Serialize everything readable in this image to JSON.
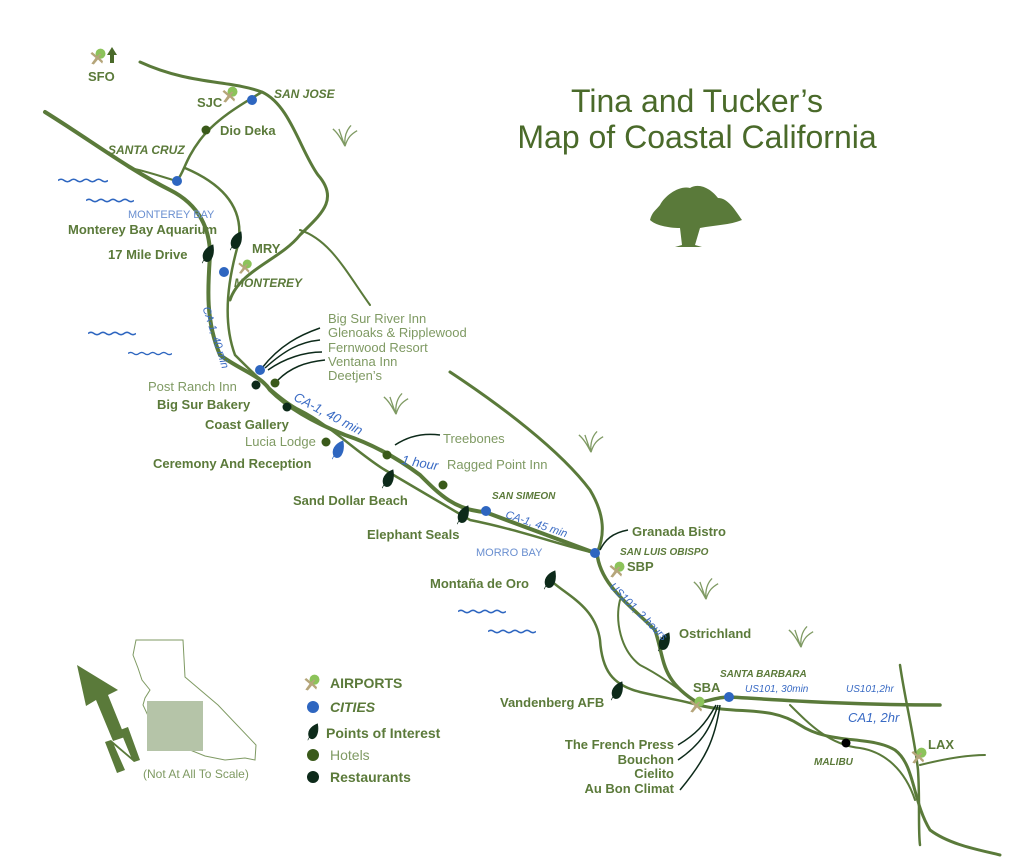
{
  "title": {
    "line1": "Tina and Tucker’s",
    "line2": "Map of Coastal California"
  },
  "colors": {
    "road": "#5a7a3a",
    "label": "#5b7a3a",
    "city": "#2e66c0",
    "hotel": "#3a5a1a",
    "restaurant": "#0d2a1a",
    "airport": "#8cc35a",
    "water": "#2e66c0"
  },
  "airports": [
    "SFO",
    "SJC",
    "MRY",
    "SBP",
    "SBA",
    "LAX"
  ],
  "cities": [
    "SAN JOSE",
    "SANTA CRUZ",
    "MONTEREY",
    "SAN SIMEON",
    "SAN LUIS OBISPO",
    "SANTA BARBARA",
    "MALIBU"
  ],
  "water_labels": [
    "MONTEREY BAY",
    "MORRO BAY"
  ],
  "points_of_interest": [
    "Monterey Bay Aquarium",
    "17 Mile Drive",
    "Ceremony And Reception",
    "Sand Dollar Beach",
    "Elephant Seals",
    "Montaña de Oro",
    "Ostrichland",
    "Vandenberg AFB"
  ],
  "hotels": [
    "Big Sur River Inn",
    "Glenoaks & Ripplewood",
    "Fernwood Resort",
    "Ventana Inn",
    "Deetjen’s",
    "Post Ranch Inn",
    "Lucia Lodge",
    "Treebones",
    "Ragged Point Inn"
  ],
  "restaurants": [
    "Dio Deka",
    "Big Sur Bakery",
    "Coast Gallery",
    "Granada Bistro",
    "The French Press",
    "Bouchon",
    "Cielito",
    "Au Bon Climat"
  ],
  "routes": [
    "CA-1, 40 min",
    "CA-1, 40 min",
    "1 hour",
    "CA-1, 45 min",
    "US101, 2 hours",
    "US101, 30min",
    "US101,2hr",
    "CA1, 2hr"
  ],
  "legend": {
    "airports": "AIRPORTS",
    "cities": "CITIES",
    "poi": "Points of Interest",
    "hotels": "Hotels",
    "restaurants": "Restaurants",
    "scale_note": "(Not At All To Scale)",
    "north": "N"
  }
}
